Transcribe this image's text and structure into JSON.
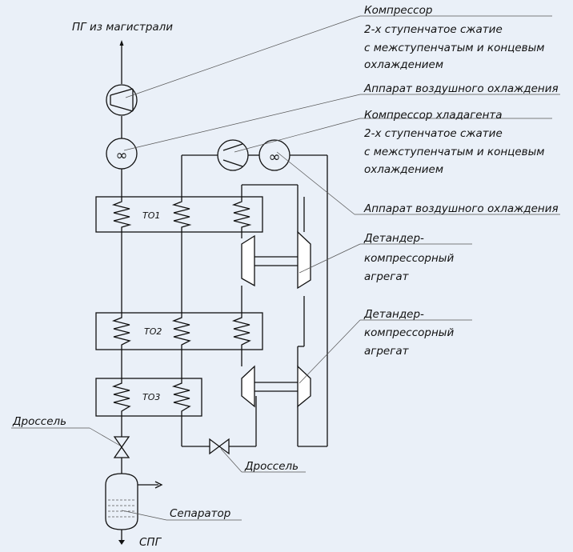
{
  "labels": {
    "source": "ПГ из магистрали",
    "compressor_line1": "Компрессор",
    "compressor_line2": "2-х ступенчатое сжатие",
    "compressor_line3": "с межступенчатым и концевым",
    "compressor_line4": "охлаждением",
    "aircooler1": "Аппарат воздушного охлаждения",
    "refcomp_line1": "Компрессор хладагента",
    "refcomp_line2": "2-х ступенчатое сжатие",
    "refcomp_line3": "с межступенчатым и концевым",
    "refcomp_line4": "охлаждением",
    "aircooler2": "Аппарат воздушного охлаждения",
    "expander1_line1": "Детандер-",
    "expander1_line2": "компрессорный",
    "expander1_line3": "агрегат",
    "expander2_line1": "Детандер-",
    "expander2_line2": "компрессорный",
    "expander2_line3": "агрегат",
    "throttle1": "Дроссель",
    "throttle2": "Дроссель",
    "separator": "Сепаратор",
    "product": "СПГ",
    "hx1": "ТО1",
    "hx2": "ТО2",
    "hx3": "ТО3"
  },
  "colors": {
    "background": "#eaf0f8",
    "line": "#111111"
  }
}
